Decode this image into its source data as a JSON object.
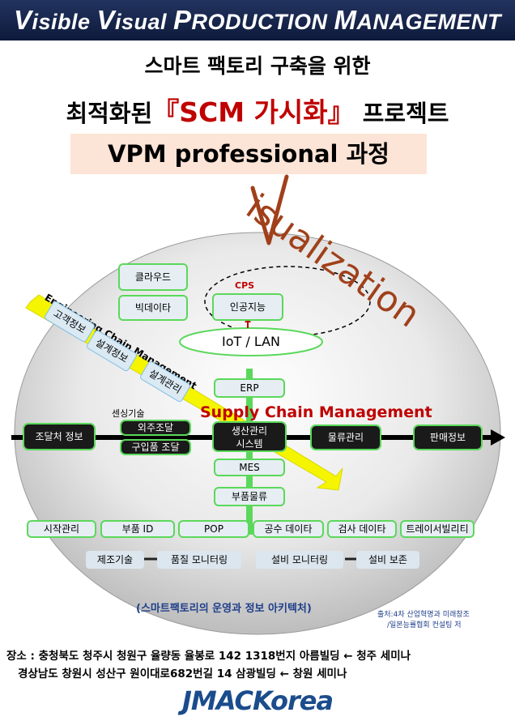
{
  "banner": {
    "v1": "V",
    "w1": "isible ",
    "v2": "V",
    "w2": "isual ",
    "p": "P",
    "w3": "RODUCTION ",
    "m": "M",
    "w4": "ANAGEMENT"
  },
  "title_line1": "스마트 팩토리 구축을 위한",
  "title_line2": {
    "pre": "최적화된",
    "highlight": "『SCM 가시화』",
    "post": "프로젝트"
  },
  "title_line3": "VPM professional 과정",
  "visualization": {
    "v": "V",
    "rest": "isualization"
  },
  "cps": {
    "label": "CPS",
    "cloud": "클라우드",
    "bigdata": "빅데이타",
    "ai": "인공지능",
    "iot": "IoT / LAN"
  },
  "ecm": {
    "label": "Engineering Chain Management",
    "items": [
      "고객정보",
      "설계정보",
      "설계관리"
    ]
  },
  "scm_label": "Supply Chain Management",
  "sensing": "센싱기술",
  "flow": {
    "supplier": "조달처 정보",
    "outsource": "외주조달",
    "purchase": "구입품 조달",
    "production_line1": "생산관리",
    "production_line2": "시스템",
    "logistics": "물류관리",
    "sales": "판매정보"
  },
  "vertical": {
    "erp": "ERP",
    "mes": "MES",
    "parts": "부품물류"
  },
  "bottom_row": [
    "시작관리",
    "부품 ID",
    "POP",
    "공수 데이타",
    "검사 데이타",
    "트레이서빌리티"
  ],
  "tech_row": [
    "제조기술",
    "품질 모니터링",
    "설비 모니터링",
    "설비 보존"
  ],
  "caption": "(스마트팩토리의 운영과 정보 아키텍처)",
  "source": {
    "line1": "출처:4차 산업혁명과 미래창조",
    "line2": "/일본능률협회 컨설팅 저"
  },
  "addresses": [
    "장소 : 충청북도 청주시 청원구 율량동 율봉로 142 1318번지 아름빌딩 ← 청주 세미나",
    "경상남도 창원시 성산구 원이대로682번길 14 삼광빌딩 ← 창원 세미나"
  ],
  "logo": {
    "a": "JMAC",
    "b": "Korea"
  },
  "colors": {
    "banner": "#1a2a52",
    "red": "#c00000",
    "green": "#5bd85b",
    "yellow": "#f5f500",
    "brown": "#a0401a",
    "dark": "#1a1a1a",
    "logo": "#1b4c8c"
  }
}
